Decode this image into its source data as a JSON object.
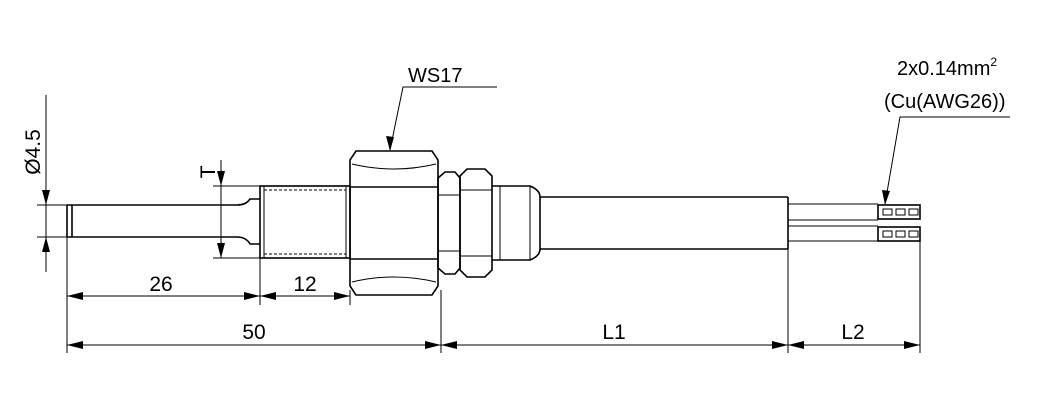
{
  "diagram": {
    "labels": {
      "diameter": "Ø4.5",
      "thread_size": "T",
      "wrench_size": "WS17",
      "wire_spec": "2x0.14mm",
      "wire_spec_exponent": "2",
      "wire_material": "(Cu(AWG26))"
    },
    "dimensions": {
      "probe_length": "26",
      "thread_length": "12",
      "overall_to_nut": "50",
      "cable_length": "L1",
      "wire_length": "L2"
    }
  }
}
